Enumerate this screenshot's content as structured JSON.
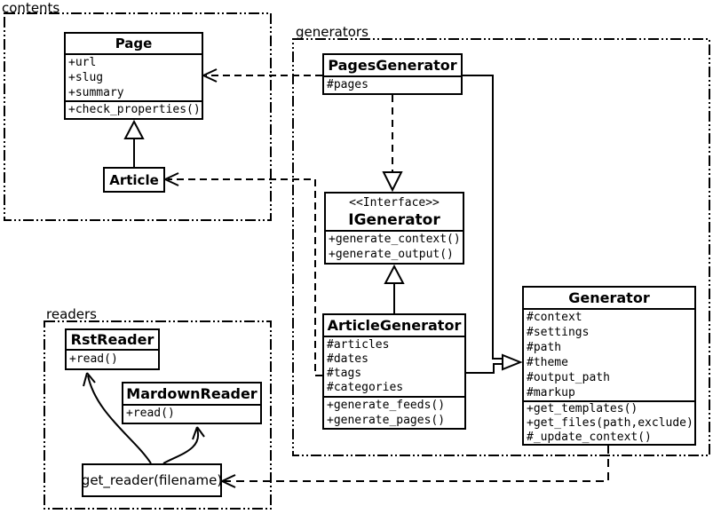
{
  "diagram": {
    "kind": "uml-class-diagram",
    "colors": {
      "line": "#000000",
      "background": "#ffffff",
      "box_fill": "#ffffff"
    }
  },
  "packages": {
    "contents": {
      "label": "contents"
    },
    "generators": {
      "label": "generators"
    },
    "readers": {
      "label": "readers"
    }
  },
  "classes": {
    "page": {
      "name": "Page",
      "attributes": [
        "+url",
        "+slug",
        "+summary"
      ],
      "methods": [
        "+check_properties()"
      ]
    },
    "article": {
      "name": "Article"
    },
    "pages_generator": {
      "name": "PagesGenerator",
      "attributes": [
        "#pages"
      ]
    },
    "igenerator": {
      "stereotype": "<<Interface>>",
      "name": "IGenerator",
      "methods": [
        "+generate_context()",
        "+generate_output()"
      ]
    },
    "article_generator": {
      "name": "ArticleGenerator",
      "attributes": [
        "#articles",
        "#dates",
        "#tags",
        "#categories"
      ],
      "methods": [
        "+generate_feeds()",
        "+generate_pages()"
      ]
    },
    "generator": {
      "name": "Generator",
      "attributes": [
        "#context",
        "#settings",
        "#path",
        "#theme",
        "#output_path",
        "#markup"
      ],
      "methods": [
        "+get_templates()",
        "+get_files(path,exclude)",
        "#_update_context()"
      ]
    },
    "rst_reader": {
      "name": "RstReader",
      "methods": [
        "+read()"
      ]
    },
    "mardown_reader": {
      "name": "MardownReader",
      "methods": [
        "+read()"
      ]
    },
    "get_reader": {
      "label": "get_reader(filename)"
    }
  },
  "relationships": [
    {
      "from": "Article",
      "to": "Page",
      "type": "generalization"
    },
    {
      "from": "PagesGenerator",
      "to": "Page",
      "type": "dependency"
    },
    {
      "from": "ArticleGenerator",
      "to": "Article",
      "type": "dependency"
    },
    {
      "from": "PagesGenerator",
      "to": "IGenerator",
      "type": "realization"
    },
    {
      "from": "ArticleGenerator",
      "to": "IGenerator",
      "type": "generalization"
    },
    {
      "from": "PagesGenerator",
      "to": "Generator",
      "type": "generalization"
    },
    {
      "from": "ArticleGenerator",
      "to": "Generator",
      "type": "generalization"
    },
    {
      "from": "Generator",
      "to": "get_reader(filename)",
      "type": "dependency"
    },
    {
      "from": "get_reader(filename)",
      "to": "RstReader",
      "type": "arrow"
    },
    {
      "from": "get_reader(filename)",
      "to": "MardownReader",
      "type": "arrow"
    }
  ]
}
